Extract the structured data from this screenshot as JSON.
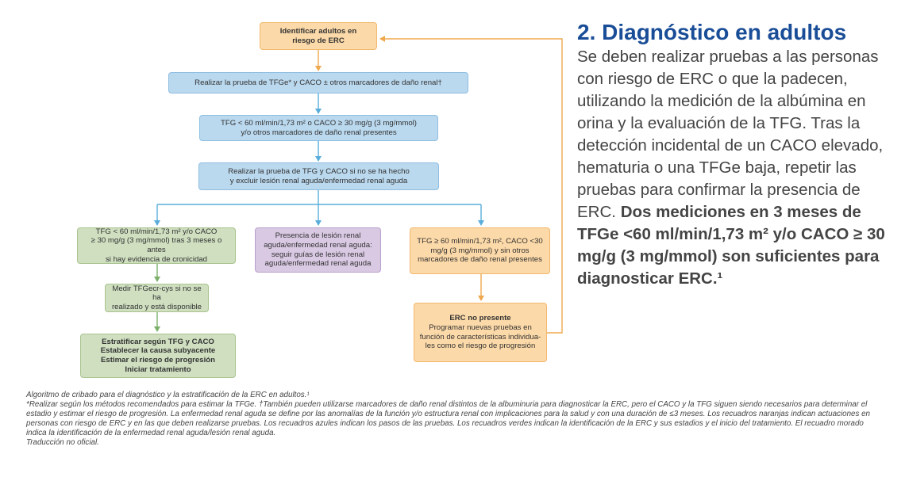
{
  "flowchart": {
    "start": [
      "Identificar adultos en",
      "riesgo de ERC"
    ],
    "test1": [
      "Realizar la prueba de TFGe* y CACO ± otros marcadores de daño renal†"
    ],
    "result1": [
      "TFG < 60 ml/min/1,73 m² o CACO ≥ 30 mg/g (3 mg/mmol)",
      "y/o otros marcadores de daño renal presentes"
    ],
    "test2": [
      "Realizar la prueba de TFG y CACO si no se ha hecho",
      "y excluir lesión renal aguda/enfermedad renal aguda"
    ],
    "left_result": [
      "TFG < 60 ml/min/1,73 m² y/o CACO",
      "≥ 30 mg/g (3 mg/mmol) tras 3 meses o antes",
      "si hay evidencia de cronicidad"
    ],
    "mid_result": [
      "Presencia de lesión renal",
      "aguda/enfermedad renal aguda:",
      "seguir guías de lesión renal",
      "aguda/enfermedad renal aguda"
    ],
    "right_result": [
      "TFG ≥ 60 ml/min/1,73 m², CACO <30",
      "mg/g (3 mg/mmol) y sin otros",
      "marcadores de daño renal presentes"
    ],
    "measure": [
      "Medir TFGecr-cys si no se ha",
      "realizado y está disponible"
    ],
    "stratify": [
      "Estratificar según TFG y CACO",
      "Establecer la causa subyacente",
      "Estimar el riesgo de progresión",
      "Iniciar tratamiento"
    ],
    "no_erc_title": "ERC no presente",
    "no_erc": [
      "Programar nuevas pruebas en",
      "función de características individua-",
      "les como el riesgo de progresión"
    ]
  },
  "side": {
    "title": "2. Diagnóstico en adultos",
    "body": "Se deben realizar pruebas a las personas con riesgo de ERC o que la padecen, utilizando la medición de la albúmina en orina y la evaluación de la TFG. Tras la detección incidental de un CACO elevado, hematuria o una TFGe baja, repetir las pruebas para confirmar la presencia de ERC.",
    "emphasis": "Dos mediciones en 3 meses de TFGe <60 ml/min/1,73 m² y/o CACO ≥ 30 mg/g (3 mg/mmol) son suficientes para diagnosticar ERC.¹"
  },
  "footnotes": [
    "Algoritmo de cribado para el diagnóstico y la estratificación de la ERC en adultos.¹",
    "*Realizar según los métodos recomendados para estimar la TFGe. †También pueden utilizarse marcadores de daño renal distintos de la albuminuria para diagnosticar la ERC, pero el CACO y la TFG siguen siendo necesarios para determinar el estadio y estimar el riesgo de progresión. La enfermedad renal aguda se define por las anomalías de la función y/o estructura renal con implicaciones para la salud y con una duración de ≤3 meses. Los recuadros naranjas indican actuaciones en personas con riesgo de ERC y en las que deben realizarse pruebas. Los recuadros azules indican los pasos de las pruebas. Los recuadros verdes indican la identificación de la ERC y sus estadios y el inicio del tratamiento. El recuadro morado indica la identificación de la enfermedad renal aguda/lesión renal aguda.",
    "Traducción no oficial."
  ],
  "colors": {
    "orange": "#fcd9a8",
    "blue": "#bad8ee",
    "green": "#cfdfc0",
    "purple": "#d9c9e3",
    "title_blue": "#1a4d97",
    "arrow_orange": "#f0a84e",
    "arrow_blue": "#5aaedc",
    "arrow_green": "#7bb06a"
  }
}
